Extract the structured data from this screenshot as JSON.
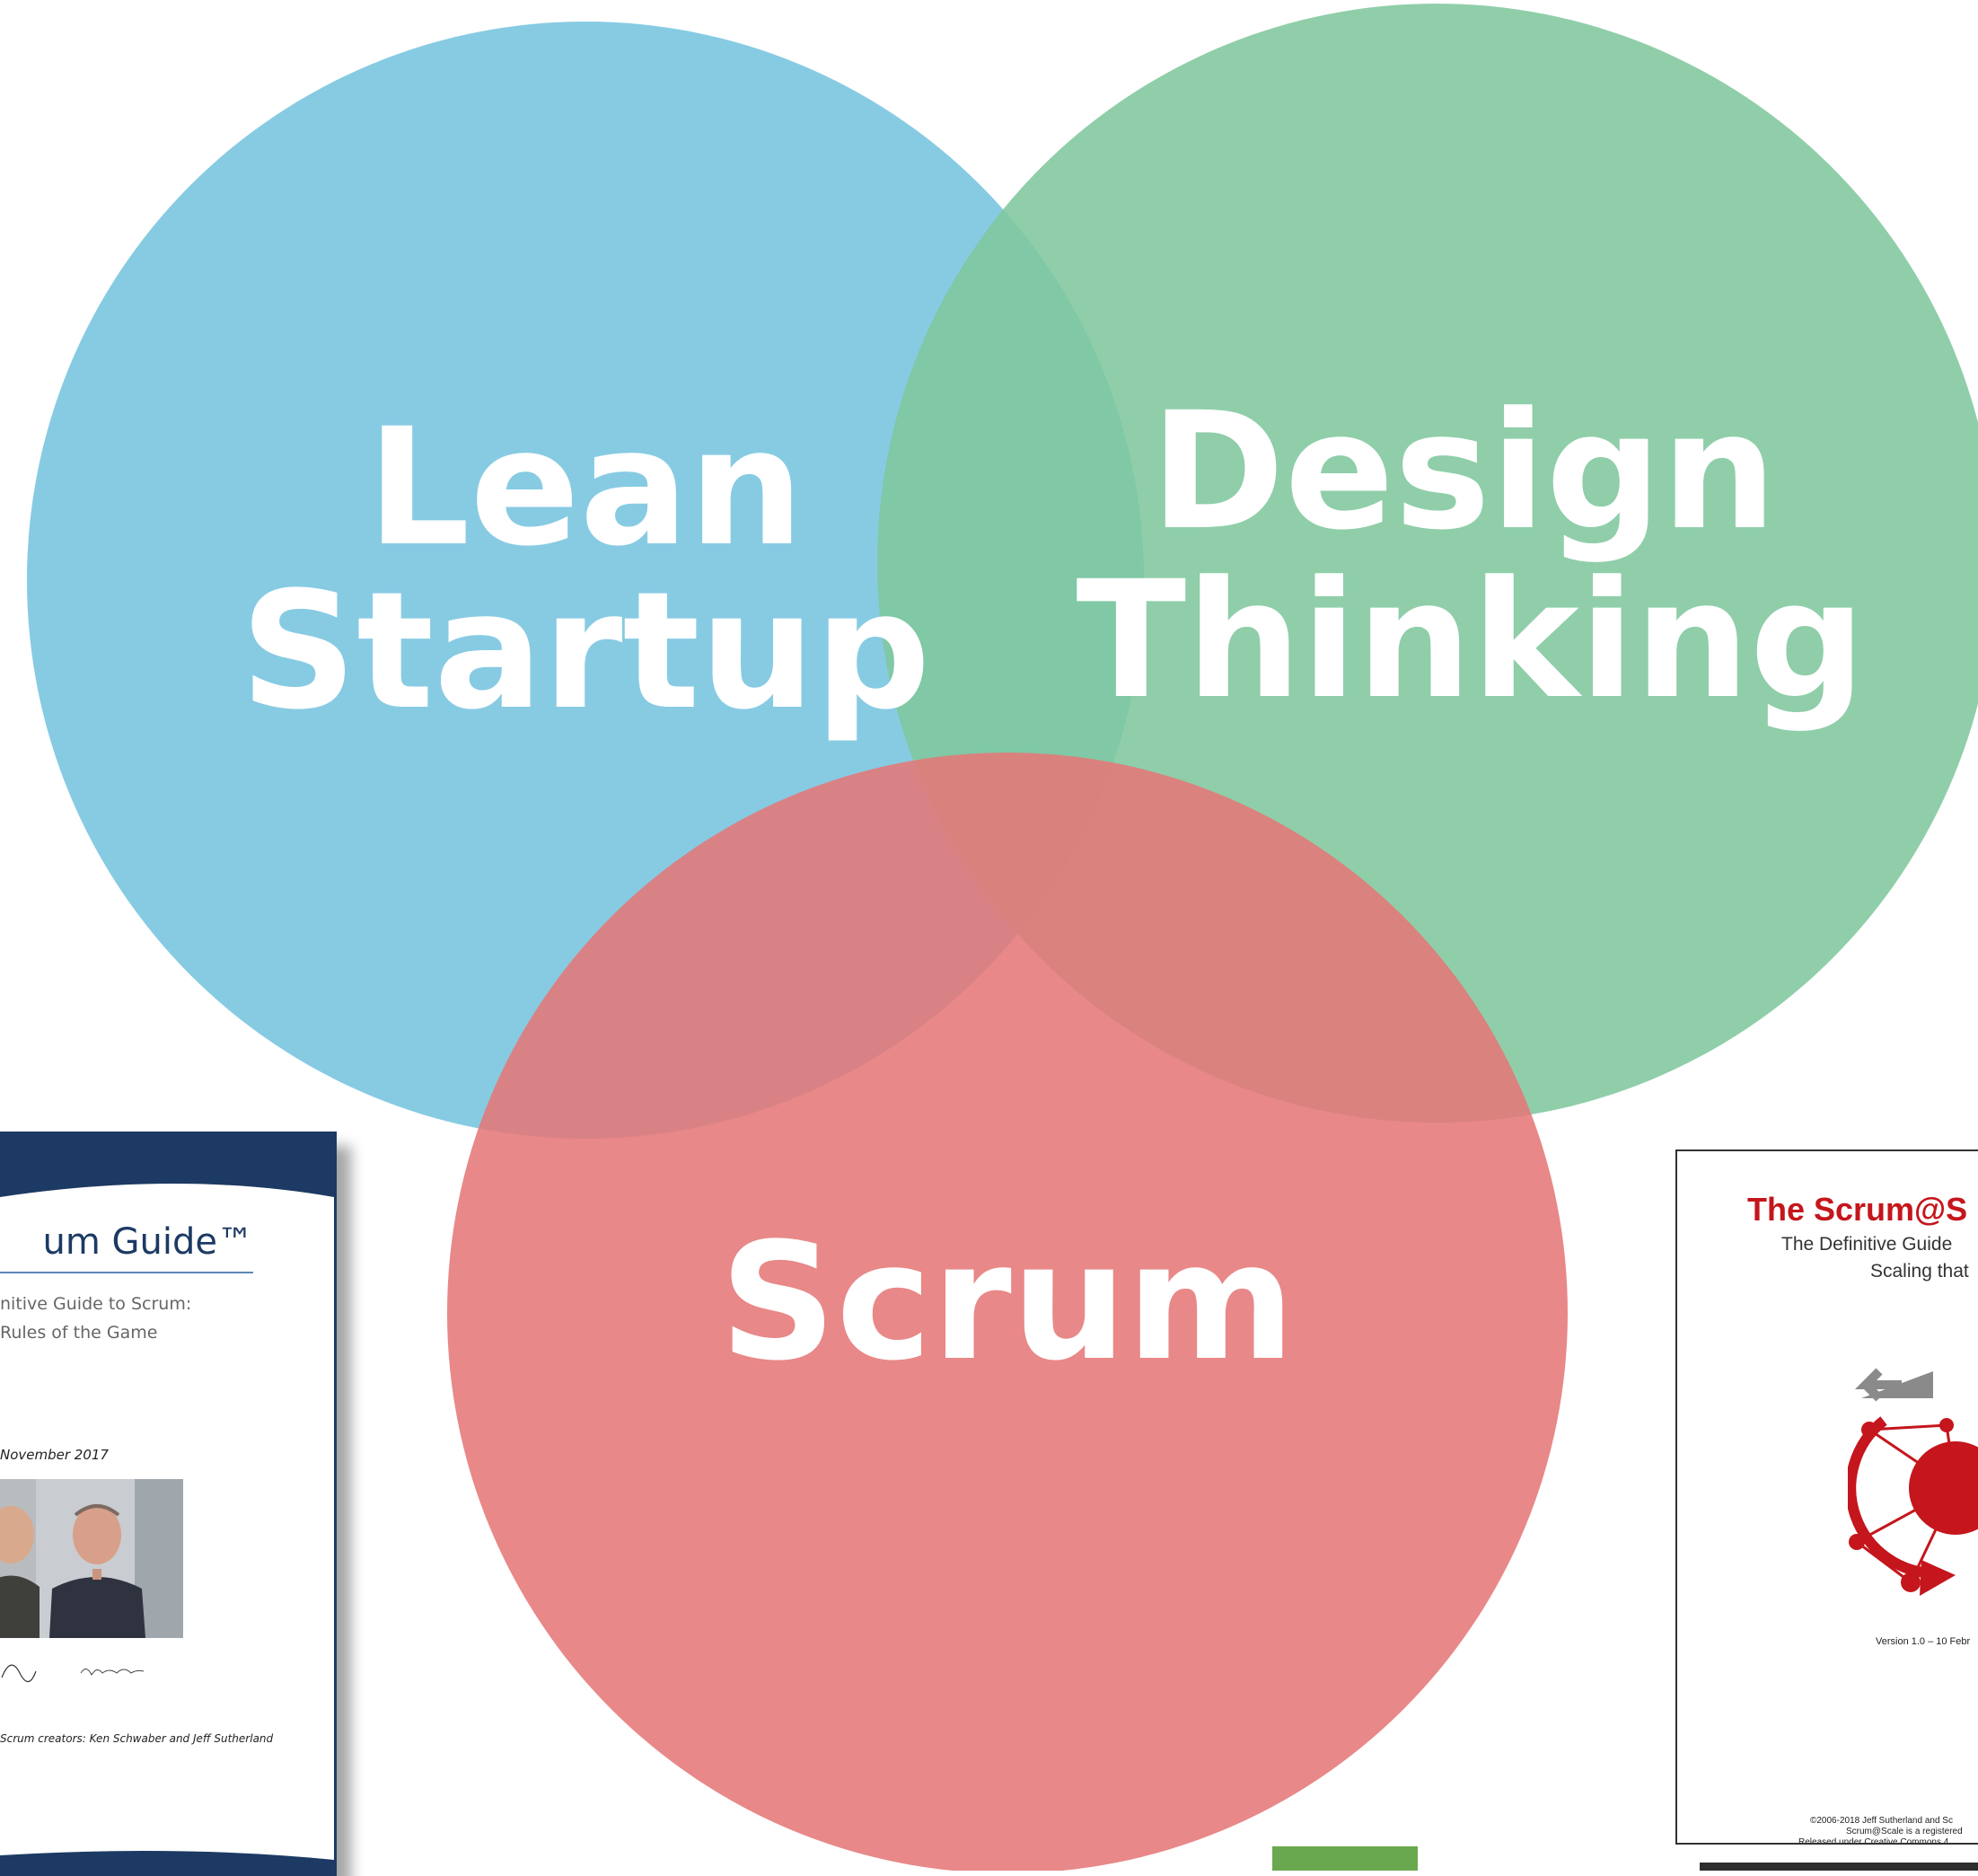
{
  "venn": {
    "sets": [
      {
        "id": "lean",
        "lines": [
          "Lean",
          "Startup"
        ],
        "color": "#7ec7e1"
      },
      {
        "id": "design",
        "lines": [
          "Design",
          "Thinking"
        ],
        "color": "#7fc79d"
      },
      {
        "id": "scrum",
        "lines": [
          "Scrum"
        ],
        "color": "#e57778"
      }
    ]
  },
  "scrum_guide": {
    "title": "um Guide™",
    "subtitle_1": "nitive Guide to Scrum:",
    "subtitle_2": "Rules of the Game",
    "date": "November 2017",
    "caption": "Scrum creators: Ken Schwaber and Jeff Sutherland",
    "colors": {
      "navy": "#1c3a63",
      "accent": "#5d86b8"
    }
  },
  "scale_guide": {
    "title": "The Scrum@S",
    "subtitle_1": "The Definitive Guide",
    "subtitle_2": "Scaling that",
    "version": "Version 1.0 – 10 Febr",
    "footer_1": "©2006-2018 Jeff Sutherland and Sc",
    "footer_2": "Scrum@Scale is a registered",
    "footer_3": "Released under Creative Commons 4",
    "colors": {
      "red": "#c4161c",
      "gray": "#8a8a8a"
    }
  }
}
